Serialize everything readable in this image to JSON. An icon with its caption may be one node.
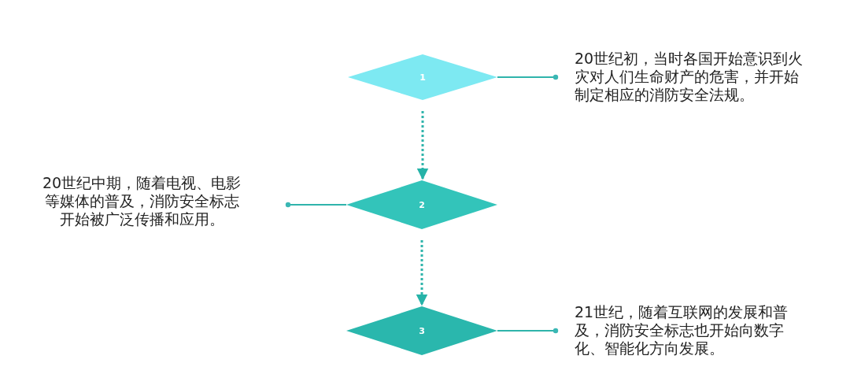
{
  "diagram": {
    "nodes": [
      {
        "text": [
          "1"
        ]
      },
      {
        "text": [
          "2"
        ]
      },
      {
        "text": [
          "3"
        ]
      },
      {
        "text": [
          "20世纪初，当时各国开始意识到火灾对人们生命财产的危害，并开始制定相应的消防安全法规。"
        ]
      },
      {
        "text": [
          "20世纪中期，随着电视、电影等媒体的普及，消防安全标志开始被广泛传播和应用。"
        ]
      },
      {
        "text": [
          "21世纪，随着互联网的发展和普及，消防安全标志也开始向数字化、智能化方向发展。"
        ]
      }
    ],
    "edges": [
      {
        "from": 0,
        "to": 1,
        "arrow": "to",
        "style": "dashed"
      },
      {
        "from": 1,
        "to": 2,
        "arrow": "to",
        "style": "dashed"
      },
      {
        "from": 0,
        "to": 3,
        "arrow": "other"
      },
      {
        "from": 1,
        "to": 4,
        "arrow": "other"
      },
      {
        "from": 2,
        "to": 5,
        "arrow": "other"
      }
    ]
  }
}
